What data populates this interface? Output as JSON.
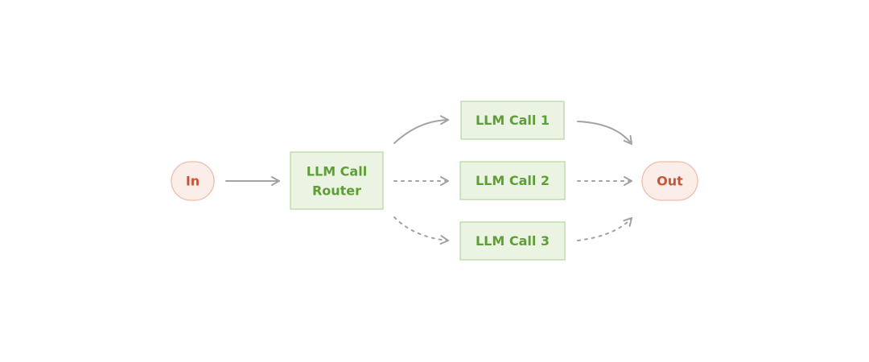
{
  "colors": {
    "background": "#ffffff",
    "terminal_fill": "#fbeee9",
    "terminal_stroke": "#eebcad",
    "terminal_text": "#c65637",
    "llm_fill": "#ebf4e3",
    "llm_stroke": "#b9d8a6",
    "llm_text": "#5e9e36",
    "arrow": "#a5a39f"
  },
  "nodes": {
    "input": {
      "label": "In"
    },
    "router": {
      "line1": "LLM Call",
      "line2": "Router"
    },
    "call1": {
      "label": "LLM Call 1"
    },
    "call2": {
      "label": "LLM Call 2"
    },
    "call3": {
      "label": "LLM Call 3"
    },
    "output": {
      "label": "Out"
    }
  },
  "edges": [
    {
      "from": "input",
      "to": "router",
      "style": "solid"
    },
    {
      "from": "router",
      "to": "call1",
      "style": "solid"
    },
    {
      "from": "router",
      "to": "call2",
      "style": "dashed"
    },
    {
      "from": "router",
      "to": "call3",
      "style": "dashed"
    },
    {
      "from": "call1",
      "to": "output",
      "style": "solid"
    },
    {
      "from": "call2",
      "to": "output",
      "style": "dashed"
    },
    {
      "from": "call3",
      "to": "output",
      "style": "dashed"
    }
  ]
}
